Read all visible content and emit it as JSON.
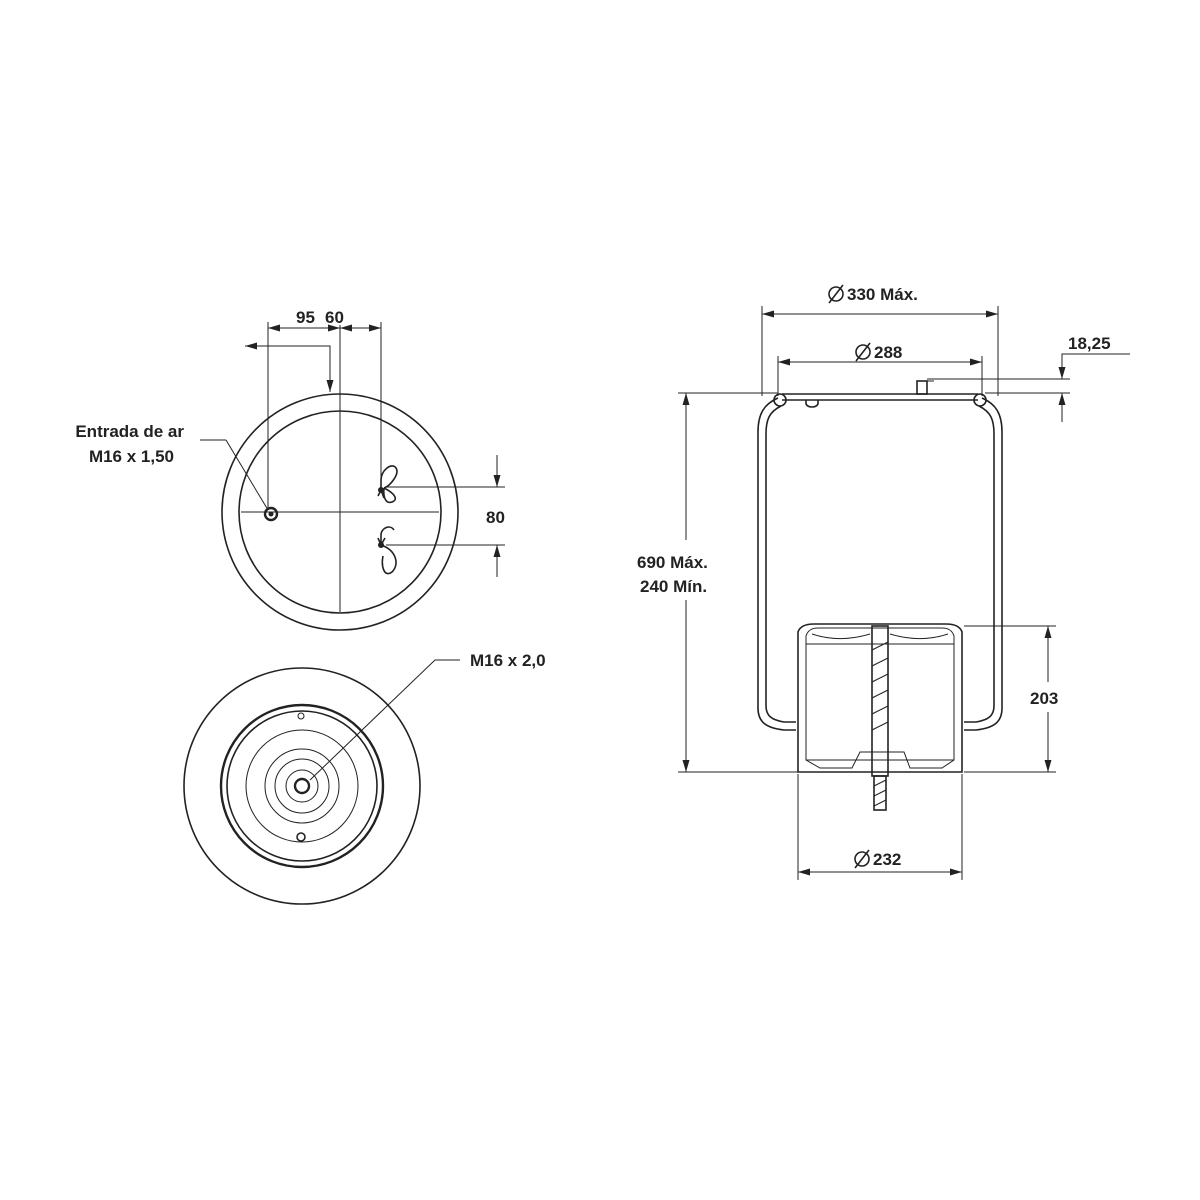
{
  "top_view": {
    "dim_95": "95",
    "dim_60": "60",
    "dim_80": "80",
    "air_inlet_line1": "Entrada de ar",
    "air_inlet_line2": "M16 x 1,50"
  },
  "bottom_view": {
    "thread_label": "M16 x 2,0"
  },
  "side_view": {
    "dia_max": "330 Máx.",
    "dia_top_plate": "288",
    "offset": "18,25",
    "height_max": "690 Máx.",
    "height_min": "240 Mín.",
    "piston_height": "203",
    "dia_piston": "232"
  },
  "colors": {
    "line": "#222222",
    "background": "#ffffff"
  }
}
